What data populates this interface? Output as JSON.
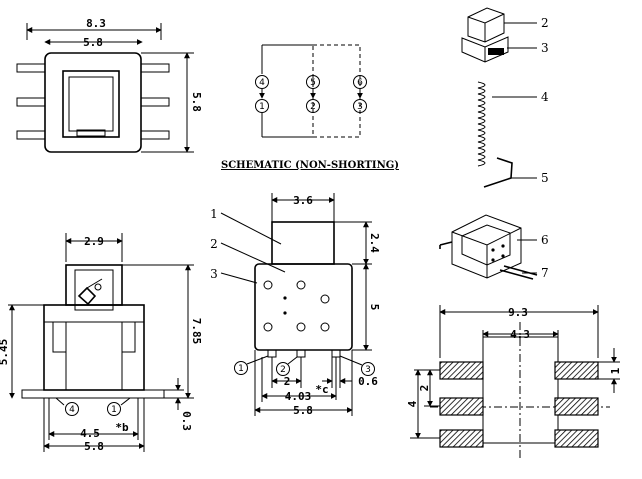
{
  "top_view": {
    "width": "8.3",
    "inner_width": "5.8",
    "height": "5.8"
  },
  "schematic": {
    "title": "SCHEMATIC (NON-SHORTING)",
    "pins_top": [
      "4",
      "5",
      "6"
    ],
    "pins_bottom": [
      "1",
      "2",
      "3"
    ]
  },
  "exploded_parts": [
    "2",
    "3",
    "4",
    "5",
    "6",
    "7"
  ],
  "side_view": {
    "top_width": "2.9",
    "height_total": "7.85",
    "height_body": "5.45",
    "lead_height": "0.3",
    "pin_spacing": "4.5",
    "width": "5.8",
    "pin_left": "4",
    "pin_right": "1",
    "note": "*b"
  },
  "front_view": {
    "cap_width": "3.6",
    "cap_height": "2.4",
    "body_height": "5",
    "part_labels": [
      "1",
      "2",
      "3"
    ],
    "pin_labels": [
      "1",
      "2",
      "3"
    ],
    "pitch": "2",
    "span": "4.03",
    "span_note": "*c",
    "pin_width": "0.6",
    "width": "5.8"
  },
  "footprint": {
    "width": "9.3",
    "inner_width": "4.3",
    "pad_height": "1",
    "pitch": "2",
    "span": "4"
  }
}
